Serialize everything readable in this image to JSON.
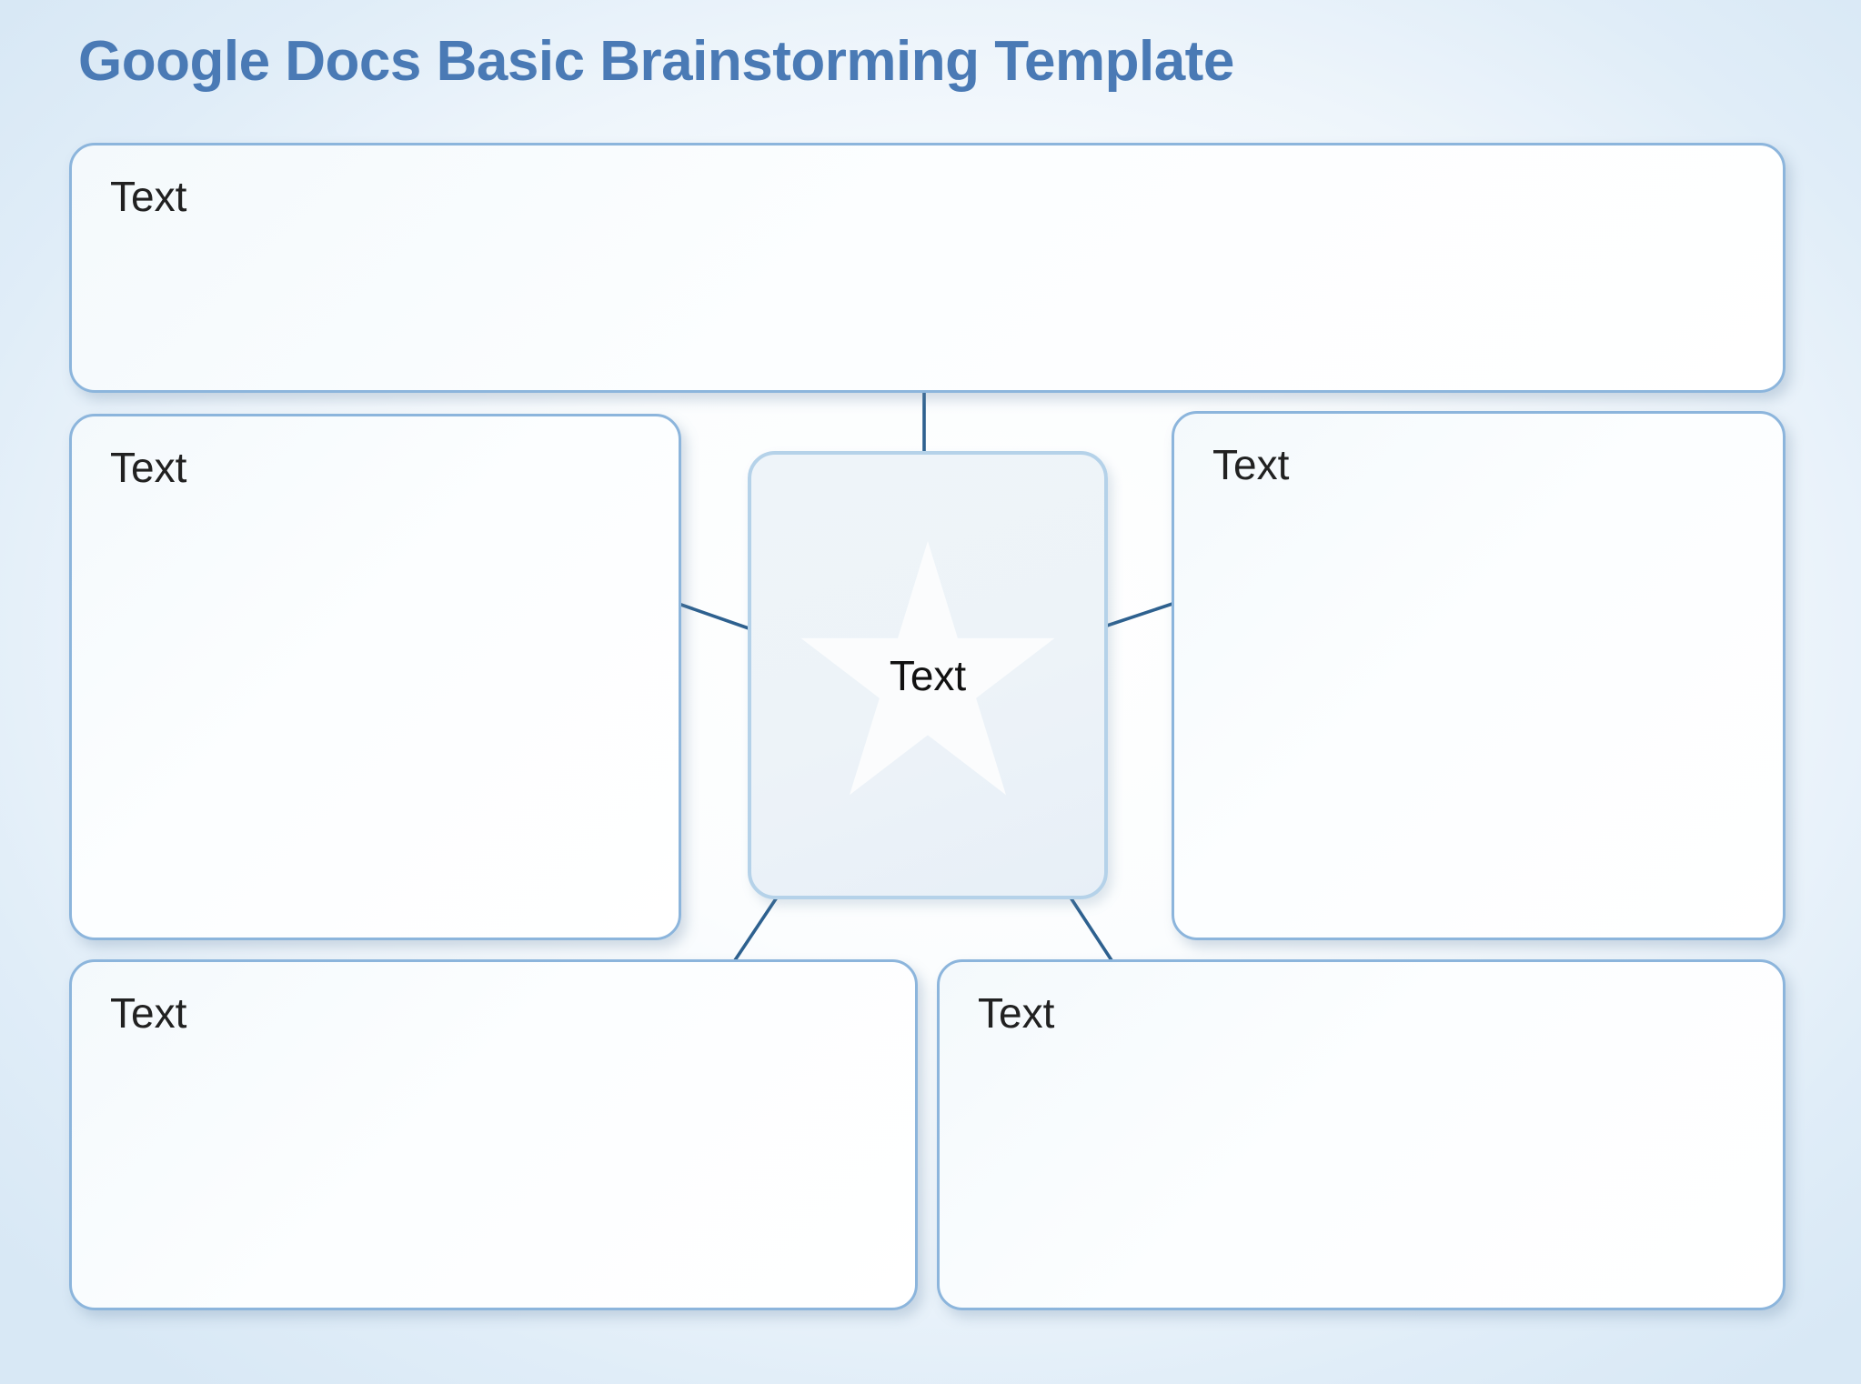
{
  "page": {
    "title": "Google Docs Basic Brainstorming Template"
  },
  "boxes": {
    "top": {
      "label": "Text"
    },
    "left": {
      "label": "Text"
    },
    "right": {
      "label": "Text"
    },
    "center": {
      "label": "Text"
    },
    "bottom_left": {
      "label": "Text"
    },
    "bottom_right": {
      "label": "Text"
    }
  },
  "icons": {
    "center_watermark": "star-icon"
  },
  "colors": {
    "title_color": "#4a7ab5",
    "label_color": "#212121",
    "box_border": "#8cb5dc",
    "center_border": "#b5d2e9",
    "center_fill": "#edf3f8",
    "connector": "#2e618f",
    "bg_edge": "#d8e8f5"
  }
}
